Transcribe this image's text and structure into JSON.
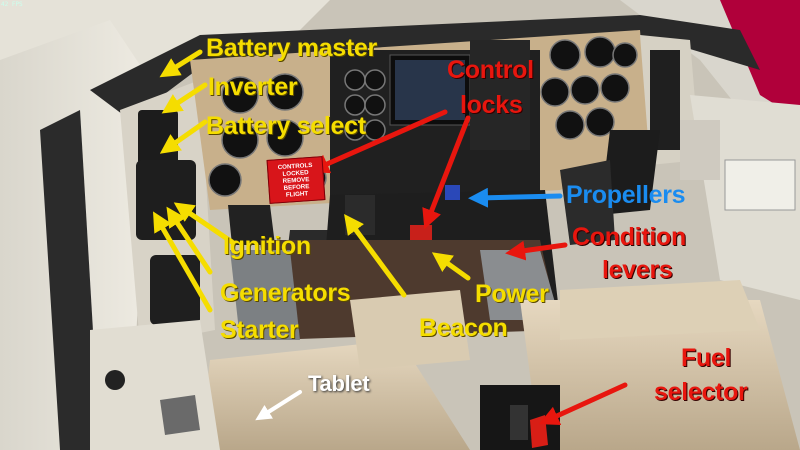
{
  "overlay": {
    "fps_text": "42 FPS"
  },
  "placard": {
    "lines": [
      "CONTROLS",
      "LOCKED",
      "REMOVE",
      "BEFORE",
      "FLIGHT"
    ]
  },
  "labels": {
    "battery_master": "Battery master",
    "inverter": "Inverter",
    "battery_select": "Battery select",
    "ignition": "Ignition",
    "generators": "Generators",
    "starter": "Starter",
    "control_locks_line1": "Control",
    "control_locks_line2": "locks",
    "propellers": "Propellers",
    "condition_line1": "Condition",
    "condition_line2": "levers",
    "power": "Power",
    "beacon": "Beacon",
    "tablet": "Tablet",
    "fuel_line1": "Fuel",
    "fuel_line2": "selector"
  },
  "colors": {
    "yellow": "#f5dd00",
    "red": "#e8160e",
    "blue": "#1a8cf0",
    "white": "#ffffff"
  }
}
